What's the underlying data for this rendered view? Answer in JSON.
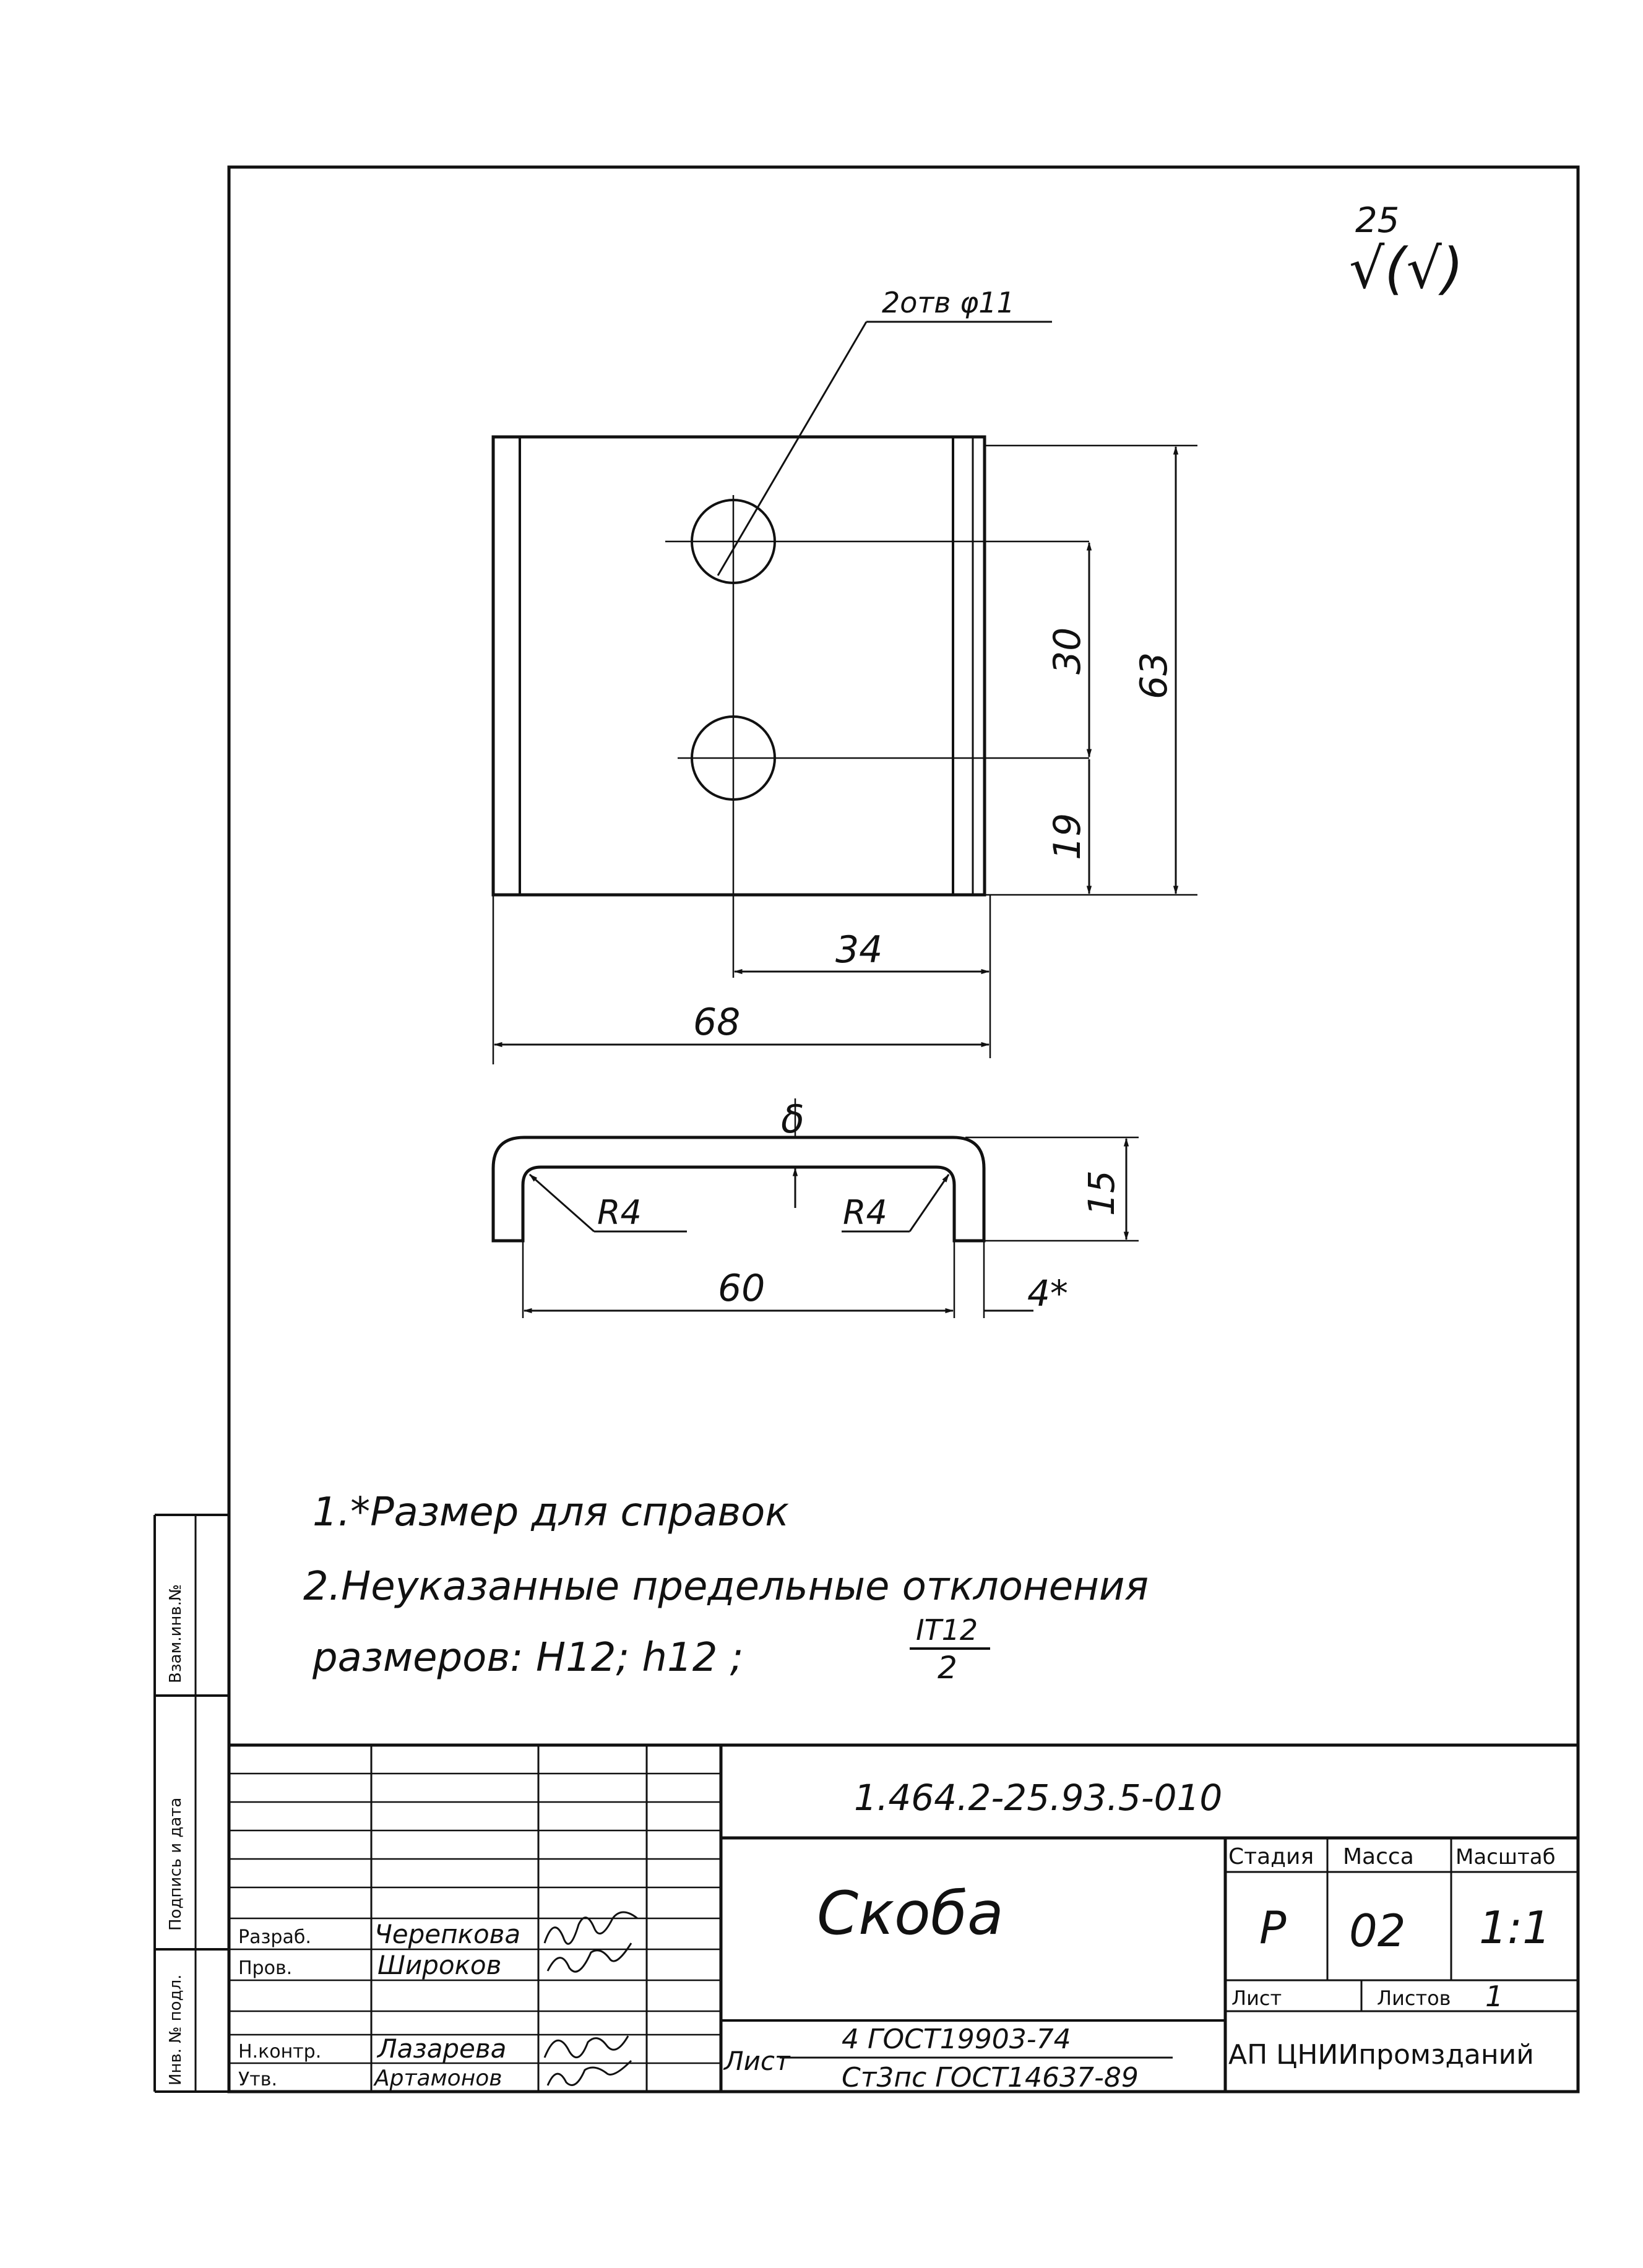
{
  "roughness": {
    "value": "25",
    "symbol": "√(√)"
  },
  "holes_label": "2отв φ11",
  "dimensions": {
    "d30": "30",
    "d63": "63",
    "d19": "19",
    "d34": "34",
    "d68": "68",
    "d15": "15",
    "d60": "60",
    "d4": "4*",
    "r_left": "R4",
    "r_right": "R4",
    "delta": "δ"
  },
  "notes": [
    "1.*Размер  для  справок",
    "2.Неуказанные  предельные  отклонения",
    "размеров: Н12; h12 ;"
  ],
  "tolerance_fraction": {
    "numerator": "IT12",
    "denominator": "2"
  },
  "side_stamp": {
    "inv_replace": "Взам.инв.№",
    "sign_date": "Подпись и дата",
    "inv_orig": "Инв. № подл."
  },
  "title_block": {
    "designation": "1.464.2-25.93.5-010",
    "name": "Скоба",
    "roles": {
      "developer": "Разраб.",
      "checker": "Пров.",
      "norm_control": "Н.контр.",
      "approved": "Утв."
    },
    "people": {
      "developer": "Черепкова",
      "checker": "Широков",
      "norm_control": "Лазарева",
      "approved": "Артамонов"
    },
    "headers": {
      "stage": "Стадия",
      "mass": "Масса",
      "scale": "Масштаб",
      "sheet": "Лист",
      "sheets": "Листов"
    },
    "values": {
      "stage": "Р",
      "mass": "02",
      "scale": "1:1",
      "sheets": "1"
    },
    "material": {
      "prefix": "Лист",
      "top": "4 ГОСТ19903-74",
      "bottom": "Ст3пс ГОСТ14637-89"
    },
    "organization": "АП ЦНИИпромзданий"
  }
}
